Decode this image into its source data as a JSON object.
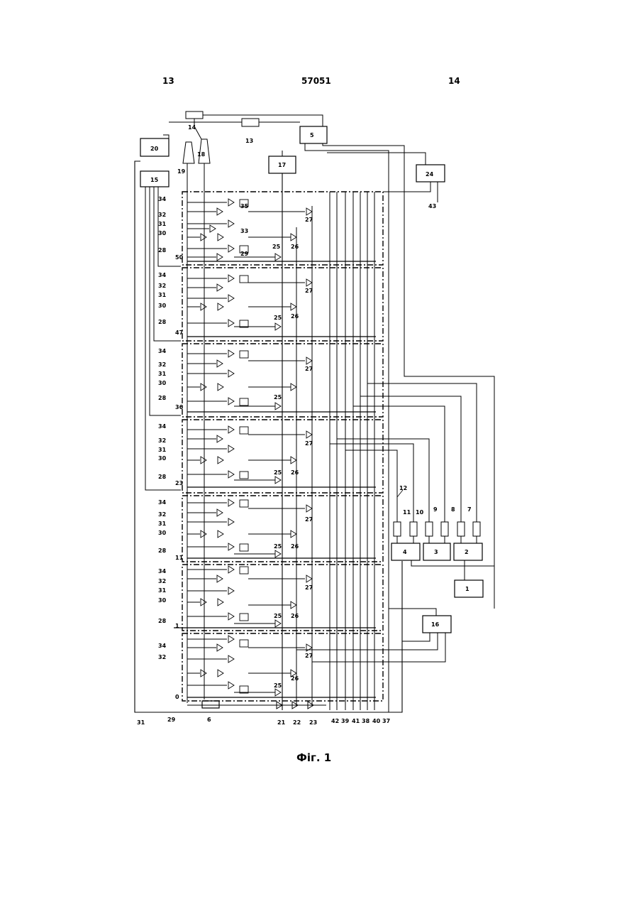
{
  "header": {
    "left": "13",
    "center": "57051",
    "right": "14"
  },
  "caption": "Фіг. 1",
  "blocks": [
    {
      "id": "20",
      "label": "20"
    },
    {
      "id": "14",
      "label": "14"
    },
    {
      "id": "13",
      "label": "13"
    },
    {
      "id": "5",
      "label": "5"
    },
    {
      "id": "17",
      "label": "17"
    },
    {
      "id": "24",
      "label": "24"
    },
    {
      "id": "15",
      "label": "15"
    },
    {
      "id": "4",
      "label": "4"
    },
    {
      "id": "3",
      "label": "3"
    },
    {
      "id": "2",
      "label": "2"
    },
    {
      "id": "1",
      "label": "1"
    },
    {
      "id": "16",
      "label": "16"
    },
    {
      "id": "6",
      "label": "6"
    }
  ],
  "resistors": [
    "12",
    "11",
    "10",
    "9",
    "8",
    "7"
  ],
  "module_labels": [
    "50",
    "47",
    "36",
    "23",
    "11",
    "1",
    "0"
  ],
  "row_labels": [
    "34",
    "32",
    "31",
    "30",
    "28"
  ],
  "bottom_labels": [
    "31",
    "29",
    "6",
    "21",
    "22",
    "23",
    "42",
    "39",
    "41",
    "38",
    "40",
    "37"
  ],
  "misc_labels": {
    "l18": "18",
    "l19": "19",
    "l43": "43",
    "l27": "27",
    "l26": "26",
    "l25": "25",
    "l35": "35",
    "l33": "33",
    "l29": "29"
  }
}
